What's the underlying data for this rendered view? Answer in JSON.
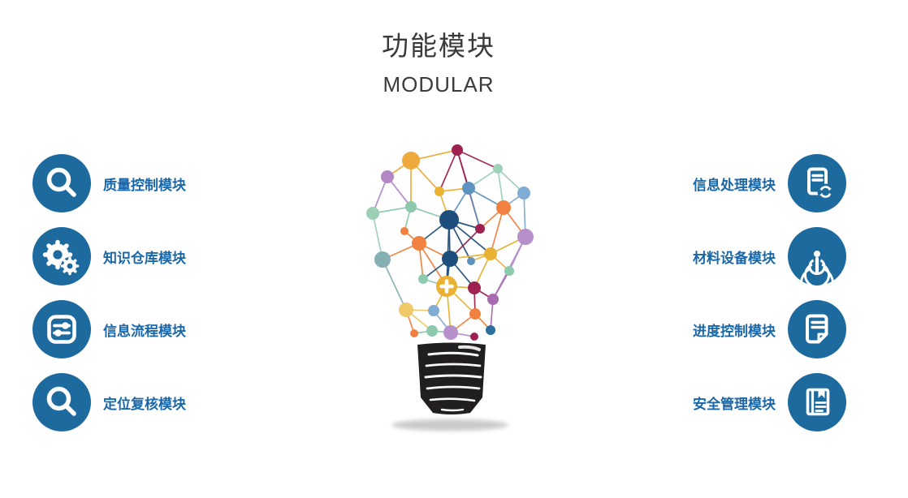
{
  "page": {
    "title": "功能模块",
    "subtitle": "MODULAR"
  },
  "colors": {
    "accent_blue": "#1d6a9f",
    "label_blue": "#1a67a8",
    "heading_gray": "#3a3a3a"
  },
  "modules": {
    "left": [
      {
        "label": "质量控制模块",
        "icon": "search-icon"
      },
      {
        "label": "知识仓库模块",
        "icon": "gears-icon"
      },
      {
        "label": "信息流程模块",
        "icon": "sliders-icon"
      },
      {
        "label": "定位复核模块",
        "icon": "search-icon"
      }
    ],
    "right": [
      {
        "label": "信息处理模块",
        "icon": "document-refresh-icon"
      },
      {
        "label": "材料设备模块",
        "icon": "broadcast-icon"
      },
      {
        "label": "进度控制模块",
        "icon": "document-icon"
      },
      {
        "label": "安全管理模块",
        "icon": "notebook-icon"
      }
    ]
  },
  "illustration": {
    "name": "network-lightbulb"
  }
}
